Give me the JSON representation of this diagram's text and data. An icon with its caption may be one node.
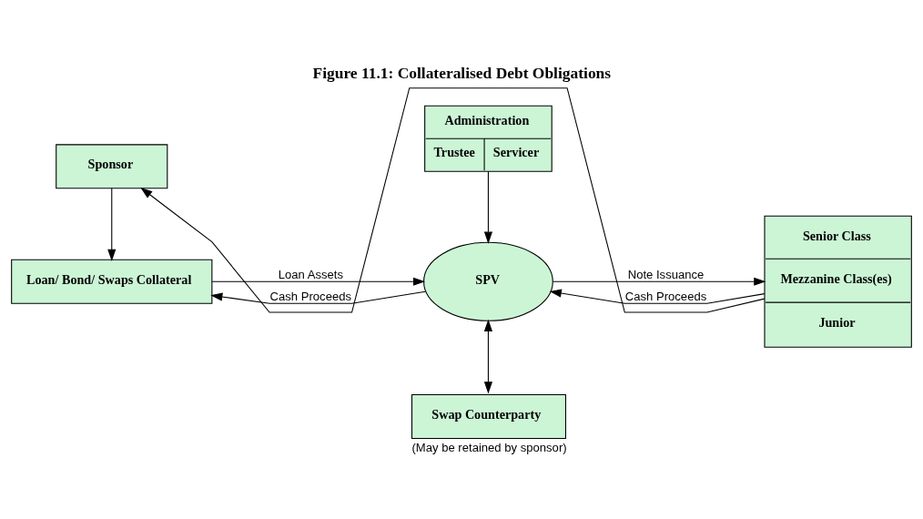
{
  "diagram": {
    "title": "Figure 11.1: Collateralised Debt Obligations",
    "nodes": [
      {
        "text": [
          "Loan/ Bond/ Swaps Collateral"
        ]
      },
      {
        "text": [
          "Administration",
          "Trustee",
          "Servicer"
        ]
      },
      {
        "text": [
          "SPV"
        ]
      },
      {
        "text": [
          "Senior Class",
          "Mezzanine Class(es)",
          "Junior"
        ]
      },
      {
        "text": [
          "Swap Counterparty"
        ],
        "beside": [
          "(May be retained by sponsor)"
        ]
      },
      {
        "text": [
          "Sponsor"
        ]
      }
    ],
    "edges": [
      {
        "from": 0,
        "to": 2,
        "arrow": "to",
        "label": "Loan Assets"
      },
      {
        "from": 2,
        "to": 0,
        "arrow": "to",
        "label": "Cash Proceeds"
      },
      {
        "from": 1,
        "to": 2,
        "arrow": "to"
      },
      {
        "from": 2,
        "to": 3,
        "arrow": "to",
        "label": "Note Issuance"
      },
      {
        "from": 3,
        "to": 2,
        "arrow": "to",
        "label": "Cash Proceeds"
      },
      {
        "from": 2,
        "to": 4,
        "arrow": "both"
      },
      {
        "from": 3,
        "to": 5,
        "arrow": "to"
      },
      {
        "from": 5,
        "to": 0,
        "arrow": "to"
      }
    ]
  }
}
